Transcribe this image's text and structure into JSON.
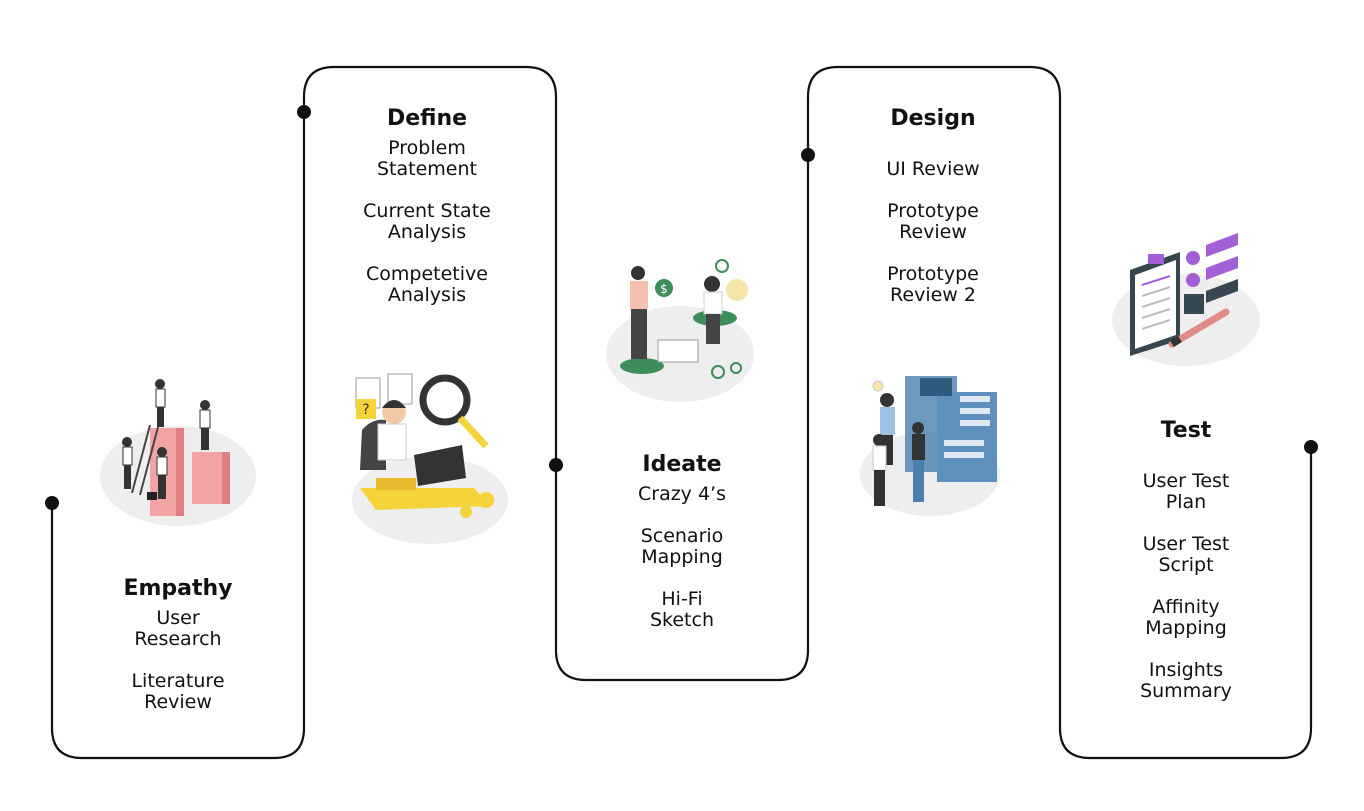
{
  "stages": [
    {
      "title": "Empathy",
      "items": [
        "User\nResearch",
        "Literature\nReview"
      ]
    },
    {
      "title": "Define",
      "items": [
        "Problem\nStatement",
        "Current State\nAnalysis",
        "Competetive\nAnalysis"
      ]
    },
    {
      "title": "Ideate",
      "items": [
        "Crazy 4’s",
        "Scenario\nMapping",
        "Hi-Fi\nSketch"
      ]
    },
    {
      "title": "Design",
      "items": [
        "UI Review",
        "Prototype\nReview",
        "Prototype\nReview 2"
      ]
    },
    {
      "title": "Test",
      "items": [
        "User Test\nPlan",
        "User Test\nScript",
        "Affinity\nMapping",
        "Insights\nSummary"
      ]
    }
  ],
  "colors": {
    "line": "#111111",
    "accent_pink": "#f2a3a3",
    "accent_yellow": "#f5d33b",
    "accent_green": "#3e8d5c",
    "accent_purple": "#a35fd6",
    "accent_blue": "#4a7fae"
  },
  "illustrations": [
    "empathy-illustration",
    "define-illustration",
    "ideate-illustration",
    "design-illustration",
    "test-illustration"
  ]
}
